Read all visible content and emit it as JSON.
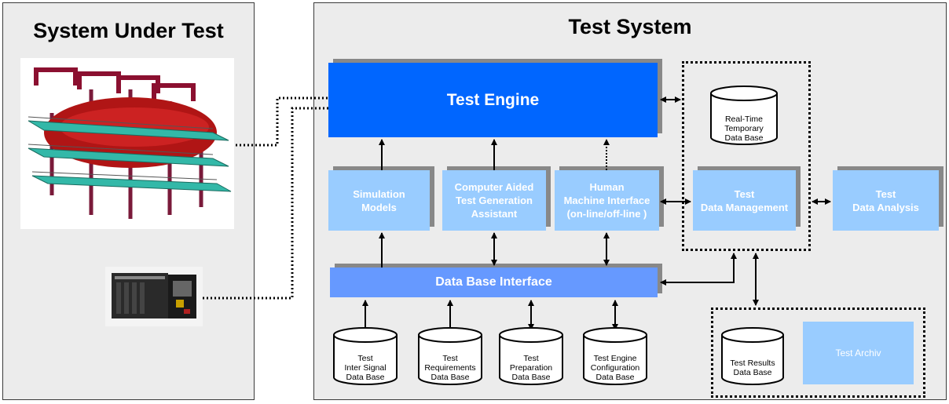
{
  "left_panel": {
    "title": "System Under Test"
  },
  "right_panel": {
    "title": "Test System"
  },
  "test_engine": {
    "label": "Test Engine"
  },
  "components": {
    "simulation_models": {
      "line1": "Simulation",
      "line2": "Models"
    },
    "cat_generation": {
      "line1": "Computer Aided",
      "line2": "Test Generation",
      "line3": "Assistant"
    },
    "hmi": {
      "line1": "Human",
      "line2": "Machine Interface",
      "line3": "(on-line/off-line )"
    },
    "data_management": {
      "line1": "Test",
      "line2": "Data Management"
    },
    "data_analysis": {
      "line1": "Test",
      "line2": "Data Analysis"
    },
    "db_interface": {
      "label": "Data Base Interface"
    },
    "test_archiv": {
      "label": "Test Archiv"
    }
  },
  "databases": {
    "realtime": {
      "lines": [
        "Real-Time",
        "Temporary",
        "Data Base"
      ]
    },
    "inter_signal": {
      "lines": [
        "Test",
        "Inter Signal",
        "Data Base"
      ]
    },
    "requirements": {
      "lines": [
        "Test",
        "Requirements",
        "Data Base"
      ]
    },
    "preparation": {
      "lines": [
        "Test",
        "Preparation",
        "Data Base"
      ]
    },
    "engine_config": {
      "lines": [
        "Test Engine",
        "Configuration",
        "Data Base"
      ]
    },
    "results": {
      "lines": [
        "Test Results",
        "Data Base"
      ]
    }
  },
  "colors": {
    "panel_bg": "#ececec",
    "test_engine": "#0066ff",
    "db_interface": "#6699ff",
    "component": "#99ccff",
    "shadow": "#888888"
  }
}
